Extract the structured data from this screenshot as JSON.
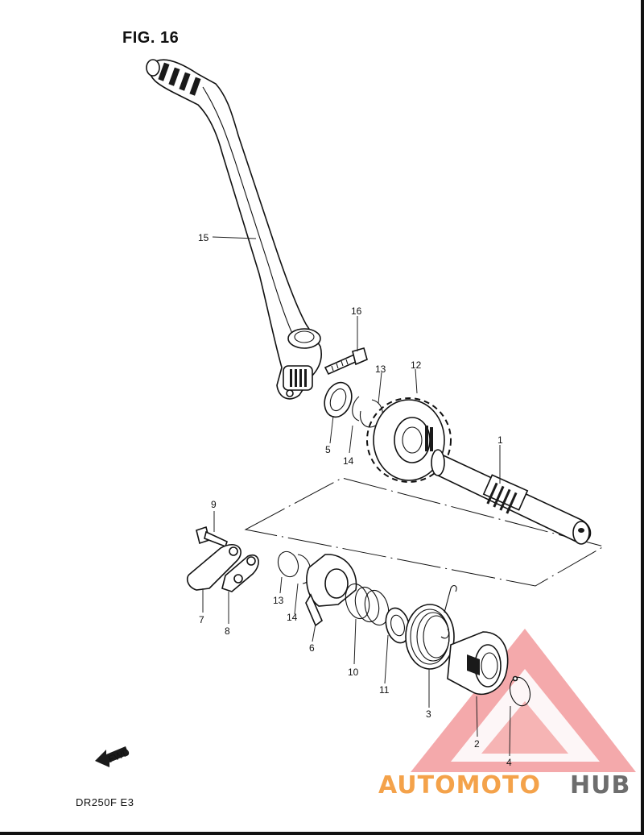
{
  "figure": {
    "title": "FIG. 16",
    "model_code": "DR250F  E3"
  },
  "labels": [
    {
      "id": "l15",
      "text": "15"
    },
    {
      "id": "l16",
      "text": "16"
    },
    {
      "id": "l13a",
      "text": "13"
    },
    {
      "id": "l12",
      "text": "12"
    },
    {
      "id": "l1",
      "text": "1"
    },
    {
      "id": "l5",
      "text": "5"
    },
    {
      "id": "l14a",
      "text": "14"
    },
    {
      "id": "l9",
      "text": "9"
    },
    {
      "id": "l7",
      "text": "7"
    },
    {
      "id": "l8",
      "text": "8"
    },
    {
      "id": "l13b",
      "text": "13"
    },
    {
      "id": "l14b",
      "text": "14"
    },
    {
      "id": "l6",
      "text": "6"
    },
    {
      "id": "l10",
      "text": "10"
    },
    {
      "id": "l11",
      "text": "11"
    },
    {
      "id": "l3",
      "text": "3"
    },
    {
      "id": "l2",
      "text": "2"
    },
    {
      "id": "l4",
      "text": "4"
    }
  ],
  "fwd_label": "FWD",
  "watermark": {
    "text_orange": "AUTOMOTO",
    "text_gray": "HUB",
    "orange": "#f4a24a",
    "gray": "#6d6d6d",
    "triangle_color": "#e8474a"
  }
}
